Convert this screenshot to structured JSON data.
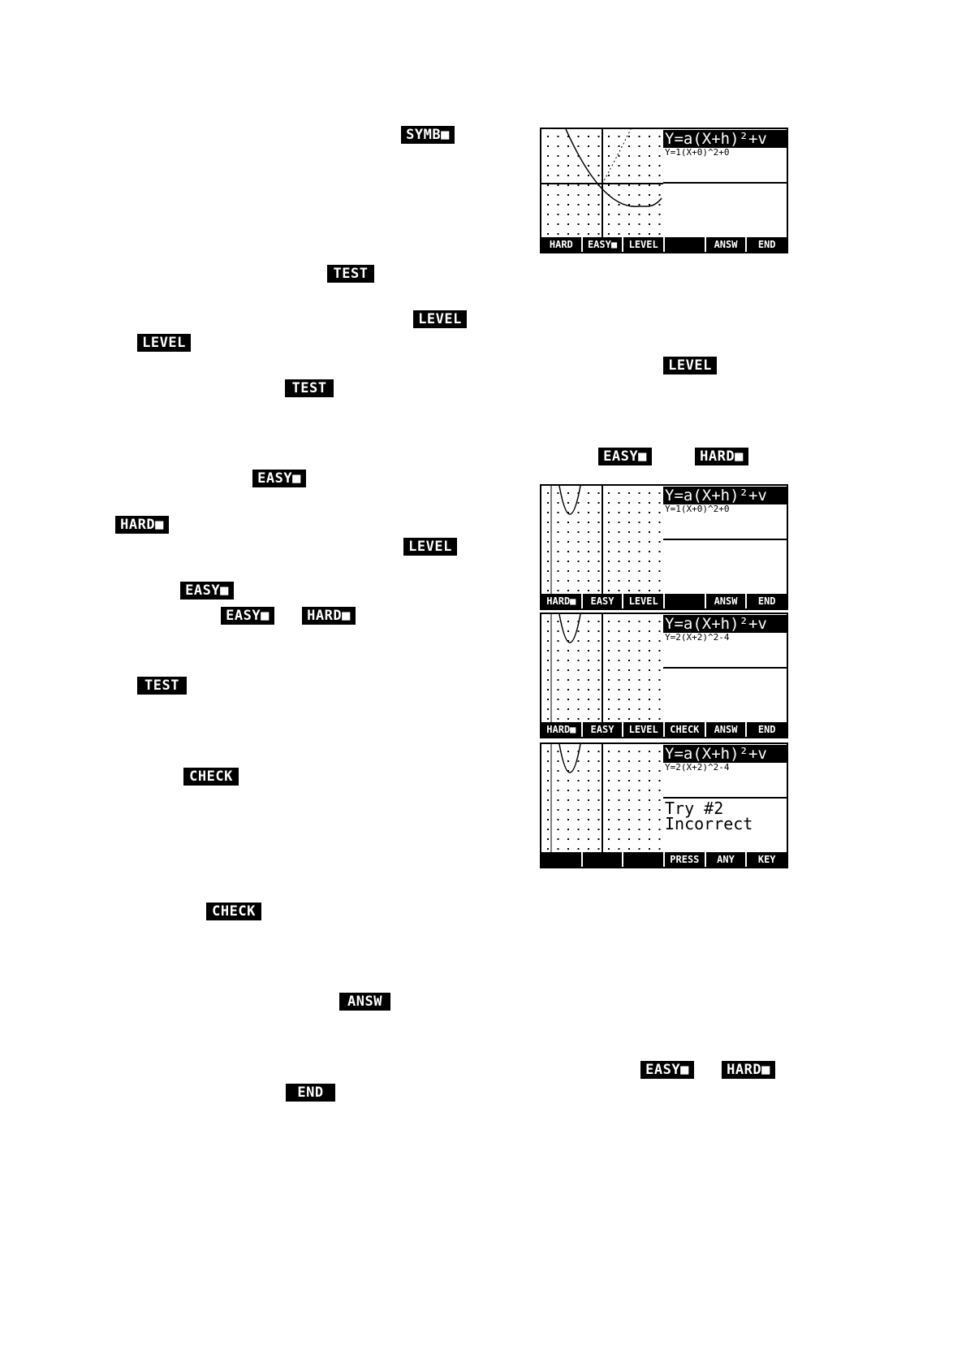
{
  "keys": {
    "symb": "SYMB■",
    "test": "TEST",
    "level": "LEVEL",
    "easy": "EASY■",
    "hard": "HARD■",
    "check": "CHECK",
    "answ": "ANSW",
    "end": "END"
  },
  "screens": [
    {
      "title": "Y=a(X+h)²+v",
      "equation": "Y=1(X+0)^2+0",
      "menu": [
        "HARD",
        "EASY■",
        "LEVEL",
        "",
        "ANSW",
        "END"
      ]
    },
    {
      "title": "Y=a(X+h)²+v",
      "equation": "Y=1(X+0)^2+0",
      "menu": [
        "HARD■",
        "EASY",
        "LEVEL",
        "",
        "ANSW",
        "END"
      ]
    },
    {
      "title": "Y=a(X+h)²+v",
      "equation": "Y=2(X+2)^2-4",
      "menu": [
        "HARD■",
        "EASY",
        "LEVEL",
        "CHECK",
        "ANSW",
        "END"
      ]
    },
    {
      "title": "Y=a(X+h)²+v",
      "equation": "Y=2(X+2)^2-4",
      "message": [
        "Try #2",
        "Incorrect"
      ],
      "menu": [
        "",
        "",
        "",
        "PRESS",
        "ANY",
        "KEY"
      ]
    }
  ]
}
